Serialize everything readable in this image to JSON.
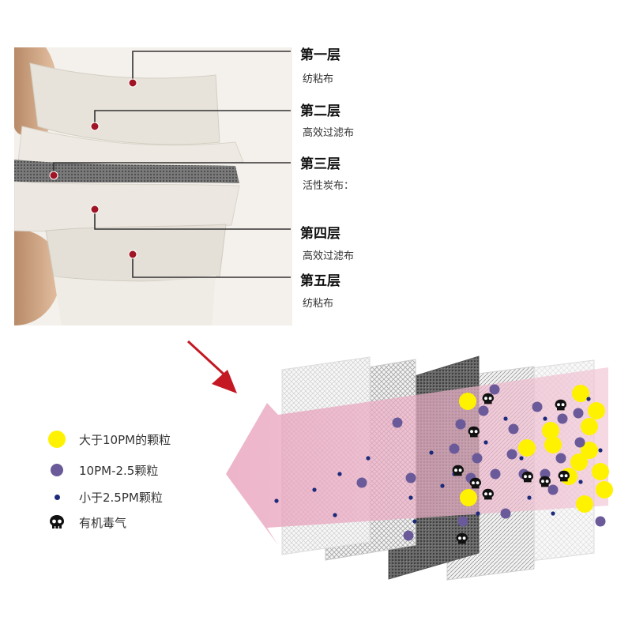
{
  "layers": [
    {
      "title": "第一层",
      "desc": "纺粘布"
    },
    {
      "title": "第二层",
      "desc": "高效过滤布"
    },
    {
      "title": "第三层",
      "desc": "活性炭布："
    },
    {
      "title": "第四层",
      "desc": "高效过滤布"
    },
    {
      "title": "第五层",
      "desc": "纺粘布"
    }
  ],
  "legend": [
    {
      "label": "大于10PM的颗粒",
      "symbol": "yellow-dot-icon",
      "color": "#fff200"
    },
    {
      "label": "10PM-2.5颗粒",
      "symbol": "purple-dot-icon",
      "color": "#6a5a9a"
    },
    {
      "label": "小于2.5PM颗粒",
      "symbol": "small-dot-icon",
      "color": "#1c2a7a"
    },
    {
      "label": "有机毒气",
      "symbol": "skull-icon",
      "color": "#111111"
    }
  ],
  "colors": {
    "marker": "#a01525",
    "arrow_red": "#c41822",
    "flow_pink": "#e8a6bf",
    "carbon_gray": "#5b5b5b"
  }
}
